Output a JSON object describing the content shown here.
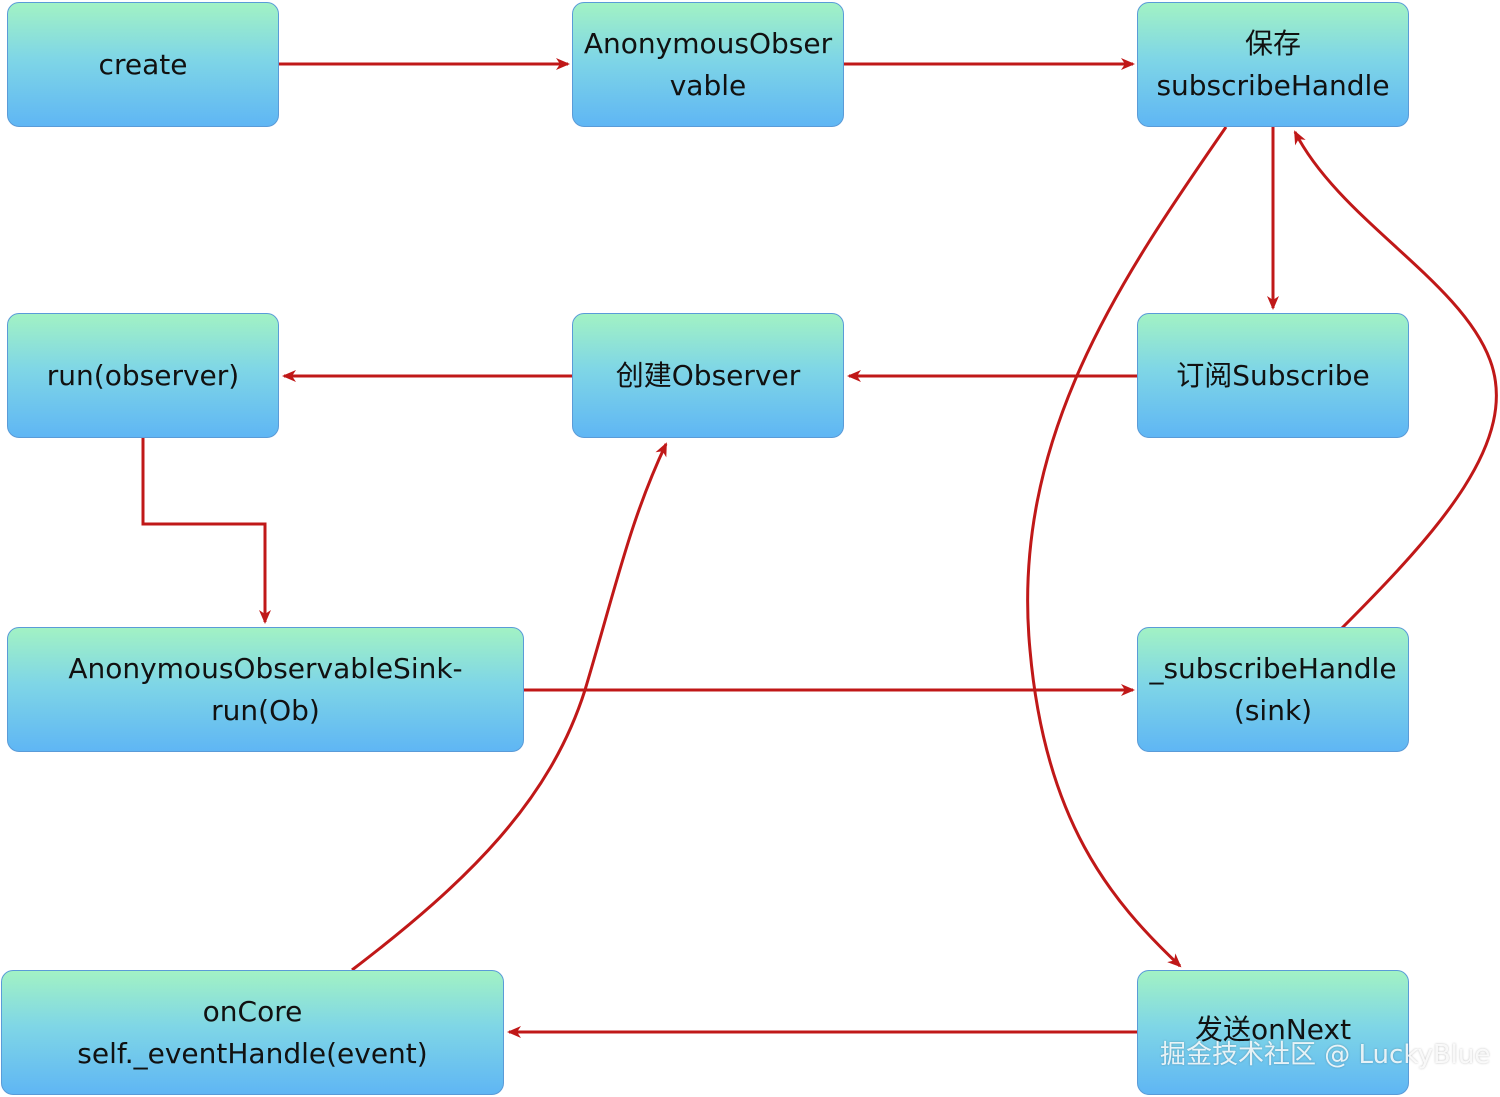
{
  "nodes": {
    "create": "create",
    "anonymous_observable": "AnonymousObser\nvable",
    "save_subscribe_handle": "保存\nsubscribeHandle",
    "run_observer": "run(observer)",
    "create_observer": "创建Observer",
    "subscribe": "订阅Subscribe",
    "sink_run": "AnonymousObservableSink-\nrun(Ob)",
    "subscribe_handle_sink": "_subscribeHandle\n(sink)",
    "on_core": "onCore\nself._eventHandle(event)",
    "send_on_next": "发送onNext"
  },
  "watermark": "掘金技术社区 @ LuckyBlue",
  "colors": {
    "arrow": "#c01818",
    "node_border": "#5a9bd8",
    "node_top": "#a2f2c4",
    "node_bottom": "#5fb6f4"
  }
}
